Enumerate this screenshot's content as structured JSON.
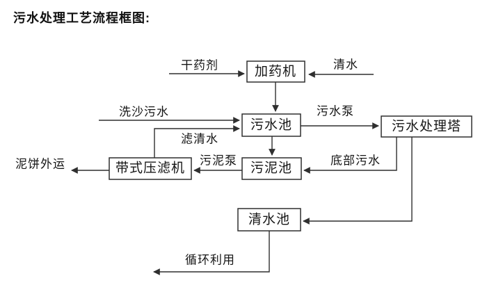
{
  "title": "污水处理工艺流程框图:",
  "diagram": {
    "type": "flowchart",
    "nodes": {
      "dosing_machine": "加药机",
      "sewage_pool": "污水池",
      "treatment_tower": "污水处理塔",
      "sludge_pool": "污泥池",
      "belt_filter_press": "带式压滤机",
      "clean_water_pool": "清水池"
    },
    "edge_labels": {
      "dry_agent": "干药剂",
      "clean_water": "清水",
      "sand_washing_sewage": "洗沙污水",
      "filtered_water": "滤清水",
      "sewage_pump": "污水泵",
      "bottom_sewage": "底部污水",
      "sludge_pump": "污泥泵",
      "mud_cake_out": "泥饼外运",
      "recycle_use": "循环利用"
    },
    "flows": [
      "干药剂 → 加药机",
      "清水 → 加药机",
      "加药机 → 污水池",
      "洗沙污水 → 污水池",
      "带式压滤机 → 滤清水 → 污水池",
      "污水池 → 污水泵 → 污水处理塔",
      "污水池 → 污泥池",
      "污水处理塔 → 底部污水 → 污泥池",
      "污泥池 → 污泥泵 → 带式压滤机",
      "带式压滤机 → 泥饼外运",
      "污水处理塔 → 清水池",
      "清水池 → 循环利用"
    ]
  },
  "colors": {
    "background": "#ffffff",
    "line": "#2f2f2f",
    "text": "#161616"
  }
}
